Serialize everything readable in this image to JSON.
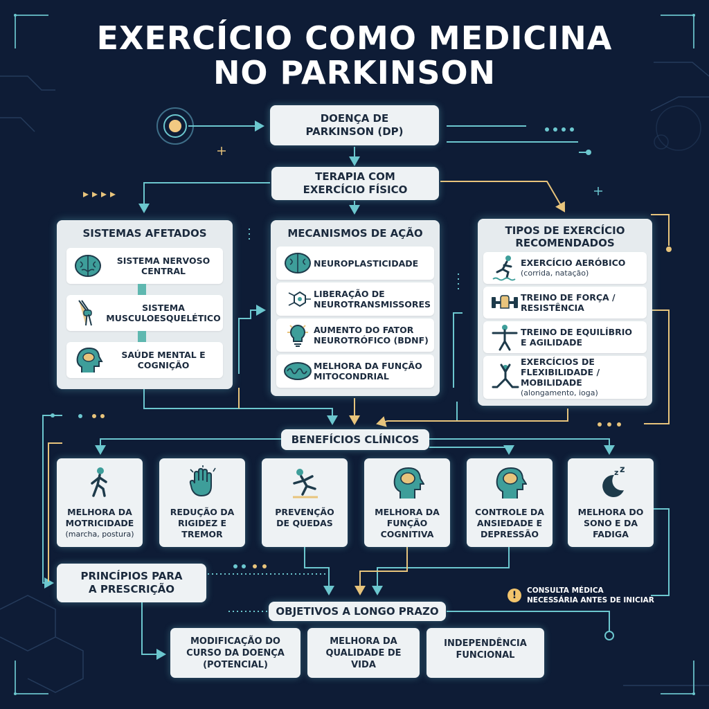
{
  "title": {
    "line1": "EXERCÍCIO COMO MEDICINA",
    "line2": "NO PARKINSON"
  },
  "root": {
    "line1": "DOENÇA DE",
    "line2": "PARKINSON (DP)"
  },
  "therapy": {
    "line1": "TERAPIA COM",
    "line2": "EXERCÍCIO FÍSICO"
  },
  "systems": {
    "title": "SISTEMAS AFETADOS",
    "items": [
      {
        "line1": "SISTEMA NERVOSO",
        "line2": "CENTRAL",
        "icon": "brain-icon"
      },
      {
        "line1": "SISTEMA",
        "line2": "MUSCULOESQUELÉTICO",
        "icon": "knee-joint-icon"
      },
      {
        "line1": "SAÚDE MENTAL E",
        "line2": "COGNIÇÃO",
        "icon": "head-brain-icon"
      }
    ]
  },
  "mechanisms": {
    "title": "MECANISMOS DE AÇÃO",
    "items": [
      {
        "line1": "NEUROPLASTICIDADE",
        "line2": "",
        "icon": "brain-icon"
      },
      {
        "line1": "LIBERAÇÃO DE",
        "line2": "NEUROTRANSMISSORES",
        "icon": "molecule-icon"
      },
      {
        "line1": "AUMENTO DO FATOR",
        "line2": "NEUROTRÓFICO (BDNF)",
        "icon": "lightbulb-icon"
      },
      {
        "line1": "MELHORA DA FUNÇÃO",
        "line2": "MITOCONDRIAL",
        "icon": "mitochondria-icon"
      }
    ]
  },
  "exercises": {
    "title_line1": "TIPOS DE EXERCÍCIO",
    "title_line2": "RECOMENDADOS",
    "items": [
      {
        "line1": "EXERCÍCIO AERÓBICO",
        "line2": "",
        "sub": "(corrida, natação)",
        "icon": "runner-icon"
      },
      {
        "line1": "TREINO DE FORÇA /",
        "line2": "RESISTÊNCIA",
        "sub": "",
        "icon": "dumbbell-icon"
      },
      {
        "line1": "TREINO DE EQUILÍBRIO",
        "line2": "E AGILIDADE",
        "sub": "",
        "icon": "balance-pose-icon"
      },
      {
        "line1": "EXERCÍCIOS DE",
        "line2": "FLEXIBILIDADE / MOBILIDADE",
        "sub": "(alongamento, ioga)",
        "icon": "stretch-icon"
      }
    ]
  },
  "benefits": {
    "title": "BENEFÍCIOS CLÍNICOS",
    "items": [
      {
        "line1": "MELHORA DA",
        "line2": "MOTRICIDADE",
        "line3": "",
        "sub": "(marcha, postura)",
        "icon": "walking-icon"
      },
      {
        "line1": "REDUÇÃO DA",
        "line2": "RIGIDEZ E",
        "line3": "TREMOR",
        "sub": "",
        "icon": "hand-icon"
      },
      {
        "line1": "PREVENÇÃO",
        "line2": "DE QUEDAS",
        "line3": "",
        "sub": "",
        "icon": "falling-person-icon"
      },
      {
        "line1": "MELHORA DA",
        "line2": "FUNÇÃO",
        "line3": "COGNITIVA",
        "sub": "",
        "icon": "head-brain-icon"
      },
      {
        "line1": "CONTROLE DA",
        "line2": "ANSIEDADE E",
        "line3": "DEPRESSÃO",
        "sub": "",
        "icon": "head-brain-icon"
      },
      {
        "line1": "MELHORA DO",
        "line2": "SONO E DA",
        "line3": "FADIGA",
        "sub": "",
        "icon": "moon-zz-icon"
      }
    ]
  },
  "principles": {
    "line1": "PRINCÍPIOS PARA",
    "line2": "A PRESCRIÇÃO"
  },
  "warning": {
    "line1": "CONSULTA MÉDICA",
    "line2": "NECESSÁRIA ANTES DE INICIAR",
    "icon": "exclamation-icon"
  },
  "goals": {
    "title": "OBJETIVOS A LONGO PRAZO",
    "items": [
      {
        "line1": "MODIFICAÇÃO DO",
        "line2": "CURSO DA DOENÇA",
        "line3": "(POTENCIAL)"
      },
      {
        "line1": "MELHORA DA",
        "line2": "QUALIDADE DE",
        "line3": "VIDA"
      },
      {
        "line1": "INDEPENDÊNCIA",
        "line2": "FUNCIONAL",
        "line3": ""
      }
    ]
  },
  "colors": {
    "background": "#0e1c36",
    "accent": "#5fd3cf",
    "gold": "#e8c47c",
    "icon_teal": "#3e9e9a",
    "icon_dark": "#1d3a4a"
  }
}
